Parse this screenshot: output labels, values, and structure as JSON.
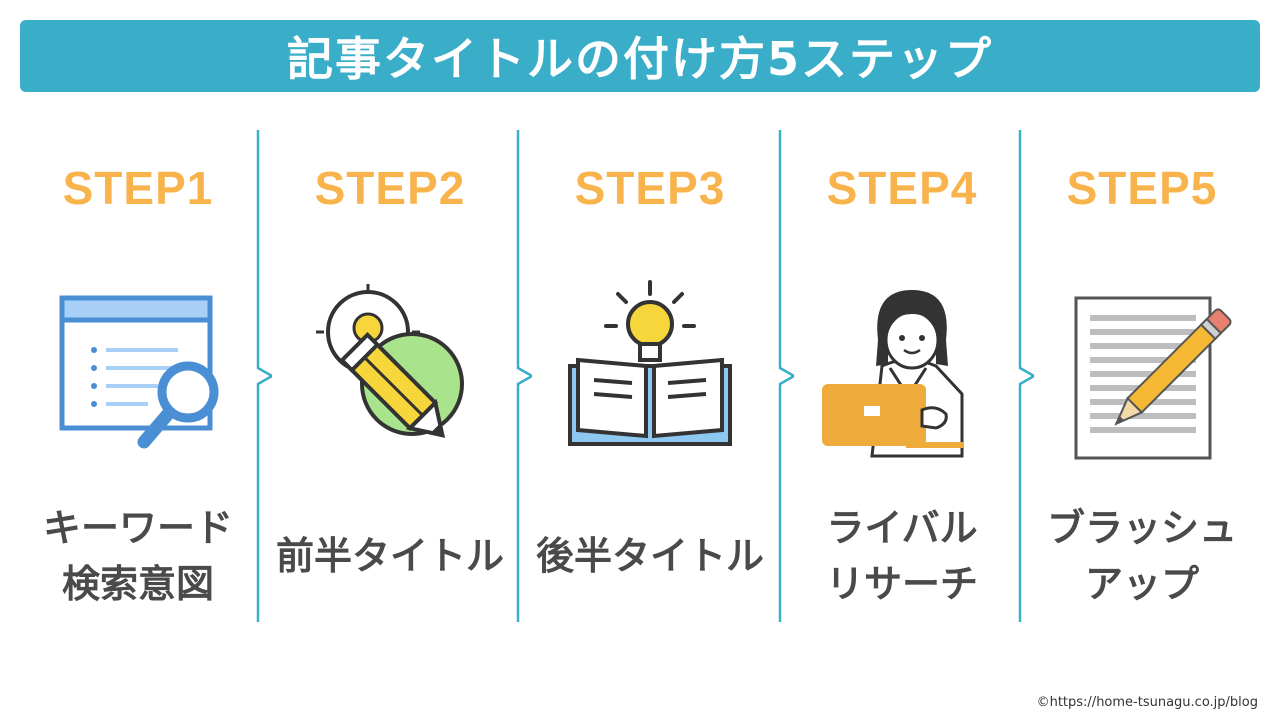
{
  "banner": {
    "title": "記事タイトルの付け方5ステップ"
  },
  "colors": {
    "banner": "#3aadc9",
    "step_label": "#f9b34d",
    "divider": "#3aadc9",
    "text": "#4a4a4a"
  },
  "steps": [
    {
      "label": "STEP1",
      "lines": [
        "キーワード",
        "検索意図"
      ],
      "icon": "search-document-icon"
    },
    {
      "label": "STEP2",
      "lines": [
        "前半タイトル"
      ],
      "icon": "idea-pencil-icon"
    },
    {
      "label": "STEP3",
      "lines": [
        "後半タイトル"
      ],
      "icon": "book-lightbulb-icon"
    },
    {
      "label": "STEP4",
      "lines": [
        "ライバル",
        "リサーチ"
      ],
      "icon": "woman-laptop-icon"
    },
    {
      "label": "STEP5",
      "lines": [
        "ブラッシュ",
        "アップ"
      ],
      "icon": "paper-pencil-icon"
    }
  ],
  "footer": {
    "credit": "©https://home-tsunagu.co.jp/blog"
  }
}
